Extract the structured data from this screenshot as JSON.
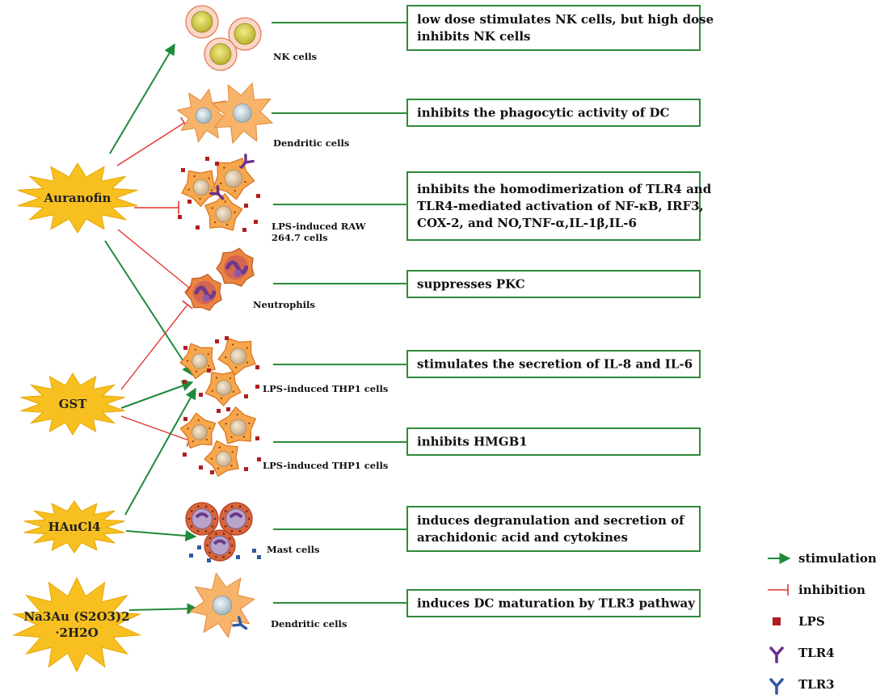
{
  "colors": {
    "stimulation": "#1e8a3a",
    "inhibition": "#e3342f",
    "box_border": "#2e8b3a",
    "lps": "#b01e1e",
    "tlr4": "#6b2f8a",
    "tlr3": "#2f5aa0",
    "drug_fill": "#f7c020",
    "drug_stroke": "#e8a500"
  },
  "drugs": [
    {
      "id": "auranofin",
      "lines": [
        "Auranofin"
      ]
    },
    {
      "id": "gst",
      "lines": [
        "GST"
      ]
    },
    {
      "id": "haucl4",
      "lines": [
        "HAuCl4"
      ]
    },
    {
      "id": "na3au",
      "lines": [
        "Na3Au (S2O3)2",
        "·2H2O"
      ]
    }
  ],
  "cells": [
    {
      "id": "nk",
      "label_lines": [
        "NK cells"
      ]
    },
    {
      "id": "dc1",
      "label_lines": [
        "Dendritic cells"
      ]
    },
    {
      "id": "raw",
      "label_lines": [
        "LPS-induced RAW",
        "264.7 cells"
      ]
    },
    {
      "id": "neutrophils",
      "label_lines": [
        "Neutrophils"
      ]
    },
    {
      "id": "thp1a",
      "label_lines": [
        "LPS-induced THP1 cells"
      ]
    },
    {
      "id": "thp1b",
      "label_lines": [
        "LPS-induced THP1 cells"
      ]
    },
    {
      "id": "mast",
      "label_lines": [
        "Mast cells"
      ]
    },
    {
      "id": "dc2",
      "label_lines": [
        "Dendritic cells"
      ]
    }
  ],
  "effects": [
    {
      "id": "nk",
      "lines": [
        "low dose stimulates NK cells, but high dose",
        "inhibits NK cells"
      ]
    },
    {
      "id": "dc1",
      "lines": [
        "inhibits the phagocytic activity of DC"
      ]
    },
    {
      "id": "raw",
      "lines": [
        "inhibits the homodimerization of TLR4 and",
        "TLR4-mediated activation of NF-κB, IRF3,",
        "COX-2, and NO,TNF-α,IL-1β,IL-6"
      ]
    },
    {
      "id": "neutrophils",
      "lines": [
        "suppresses PKC"
      ]
    },
    {
      "id": "thp1a",
      "lines": [
        "stimulates the secretion of IL-8 and IL-6"
      ]
    },
    {
      "id": "thp1b",
      "lines": [
        "inhibits HMGB1"
      ]
    },
    {
      "id": "mast",
      "lines": [
        "induces degranulation and secretion of",
        "arachidonic acid and cytokines"
      ]
    },
    {
      "id": "dc2",
      "lines": [
        "induces DC maturation by TLR3 pathway"
      ]
    }
  ],
  "relations": [
    {
      "from": "auranofin",
      "to": "nk",
      "type": "stimulation"
    },
    {
      "from": "auranofin",
      "to": "dc1",
      "type": "inhibition"
    },
    {
      "from": "auranofin",
      "to": "raw",
      "type": "inhibition"
    },
    {
      "from": "auranofin",
      "to": "neutrophils",
      "type": "inhibition"
    },
    {
      "from": "auranofin",
      "to": "thp1a",
      "type": "stimulation"
    },
    {
      "from": "gst",
      "to": "neutrophils",
      "type": "inhibition"
    },
    {
      "from": "gst",
      "to": "thp1a",
      "type": "stimulation"
    },
    {
      "from": "gst",
      "to": "thp1b",
      "type": "inhibition"
    },
    {
      "from": "haucl4",
      "to": "thp1a",
      "type": "stimulation"
    },
    {
      "from": "haucl4",
      "to": "mast",
      "type": "stimulation"
    },
    {
      "from": "na3au",
      "to": "dc2",
      "type": "stimulation"
    }
  ],
  "legend": [
    {
      "kind": "stimulation",
      "label": "stimulation"
    },
    {
      "kind": "inhibition",
      "label": "inhibition"
    },
    {
      "kind": "lps",
      "label": "LPS"
    },
    {
      "kind": "tlr4",
      "label": "TLR4"
    },
    {
      "kind": "tlr3",
      "label": "TLR3"
    }
  ]
}
